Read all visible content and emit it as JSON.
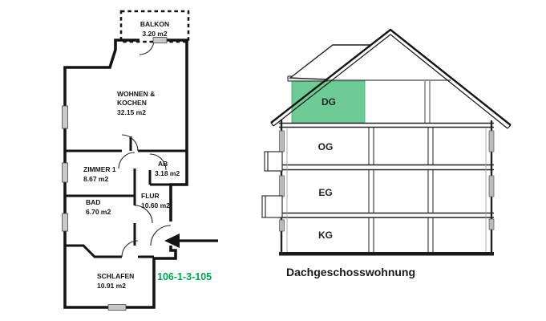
{
  "floorplan": {
    "balcony": {
      "name": "BALKON",
      "area": "3.20 m2"
    },
    "rooms": [
      {
        "name": "WOHNEN &",
        "name2": "KOCHEN",
        "area": "32.15 m2"
      },
      {
        "name": "ZIMMER 1",
        "area": "8.67 m2"
      },
      {
        "name": "AB",
        "area": "3.18 m2"
      },
      {
        "name": "FLUR",
        "area": "10.60 m2"
      },
      {
        "name": "BAD",
        "area": "6.70 m2"
      },
      {
        "name": "SCHLAFEN",
        "area": "10.91 m2"
      }
    ],
    "unit_id": "106-1-3-105",
    "unit_id_color": "#00A54F"
  },
  "section": {
    "floors": [
      {
        "label": "DG",
        "highlighted": true
      },
      {
        "label": "OG",
        "highlighted": false
      },
      {
        "label": "EG",
        "highlighted": false
      },
      {
        "label": "KG",
        "highlighted": false
      }
    ],
    "highlight_color": "#6FCB96",
    "caption": "Dachgeschosswohnung"
  }
}
